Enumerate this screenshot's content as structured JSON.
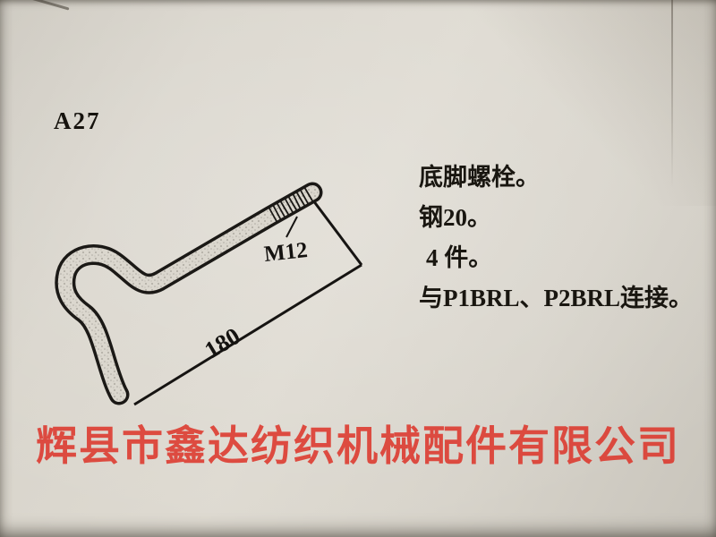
{
  "page": {
    "code": "A27"
  },
  "drawing": {
    "thread_label": "M12",
    "dimension_label": "180"
  },
  "notes": {
    "lines": [
      "底脚螺栓。",
      "钢20。",
      "4 件。",
      "与P1BRL、P2BRL连接。"
    ]
  },
  "watermark": {
    "company": "辉县市鑫达纺织机械配件有限公司",
    "color": "#dd3429"
  }
}
